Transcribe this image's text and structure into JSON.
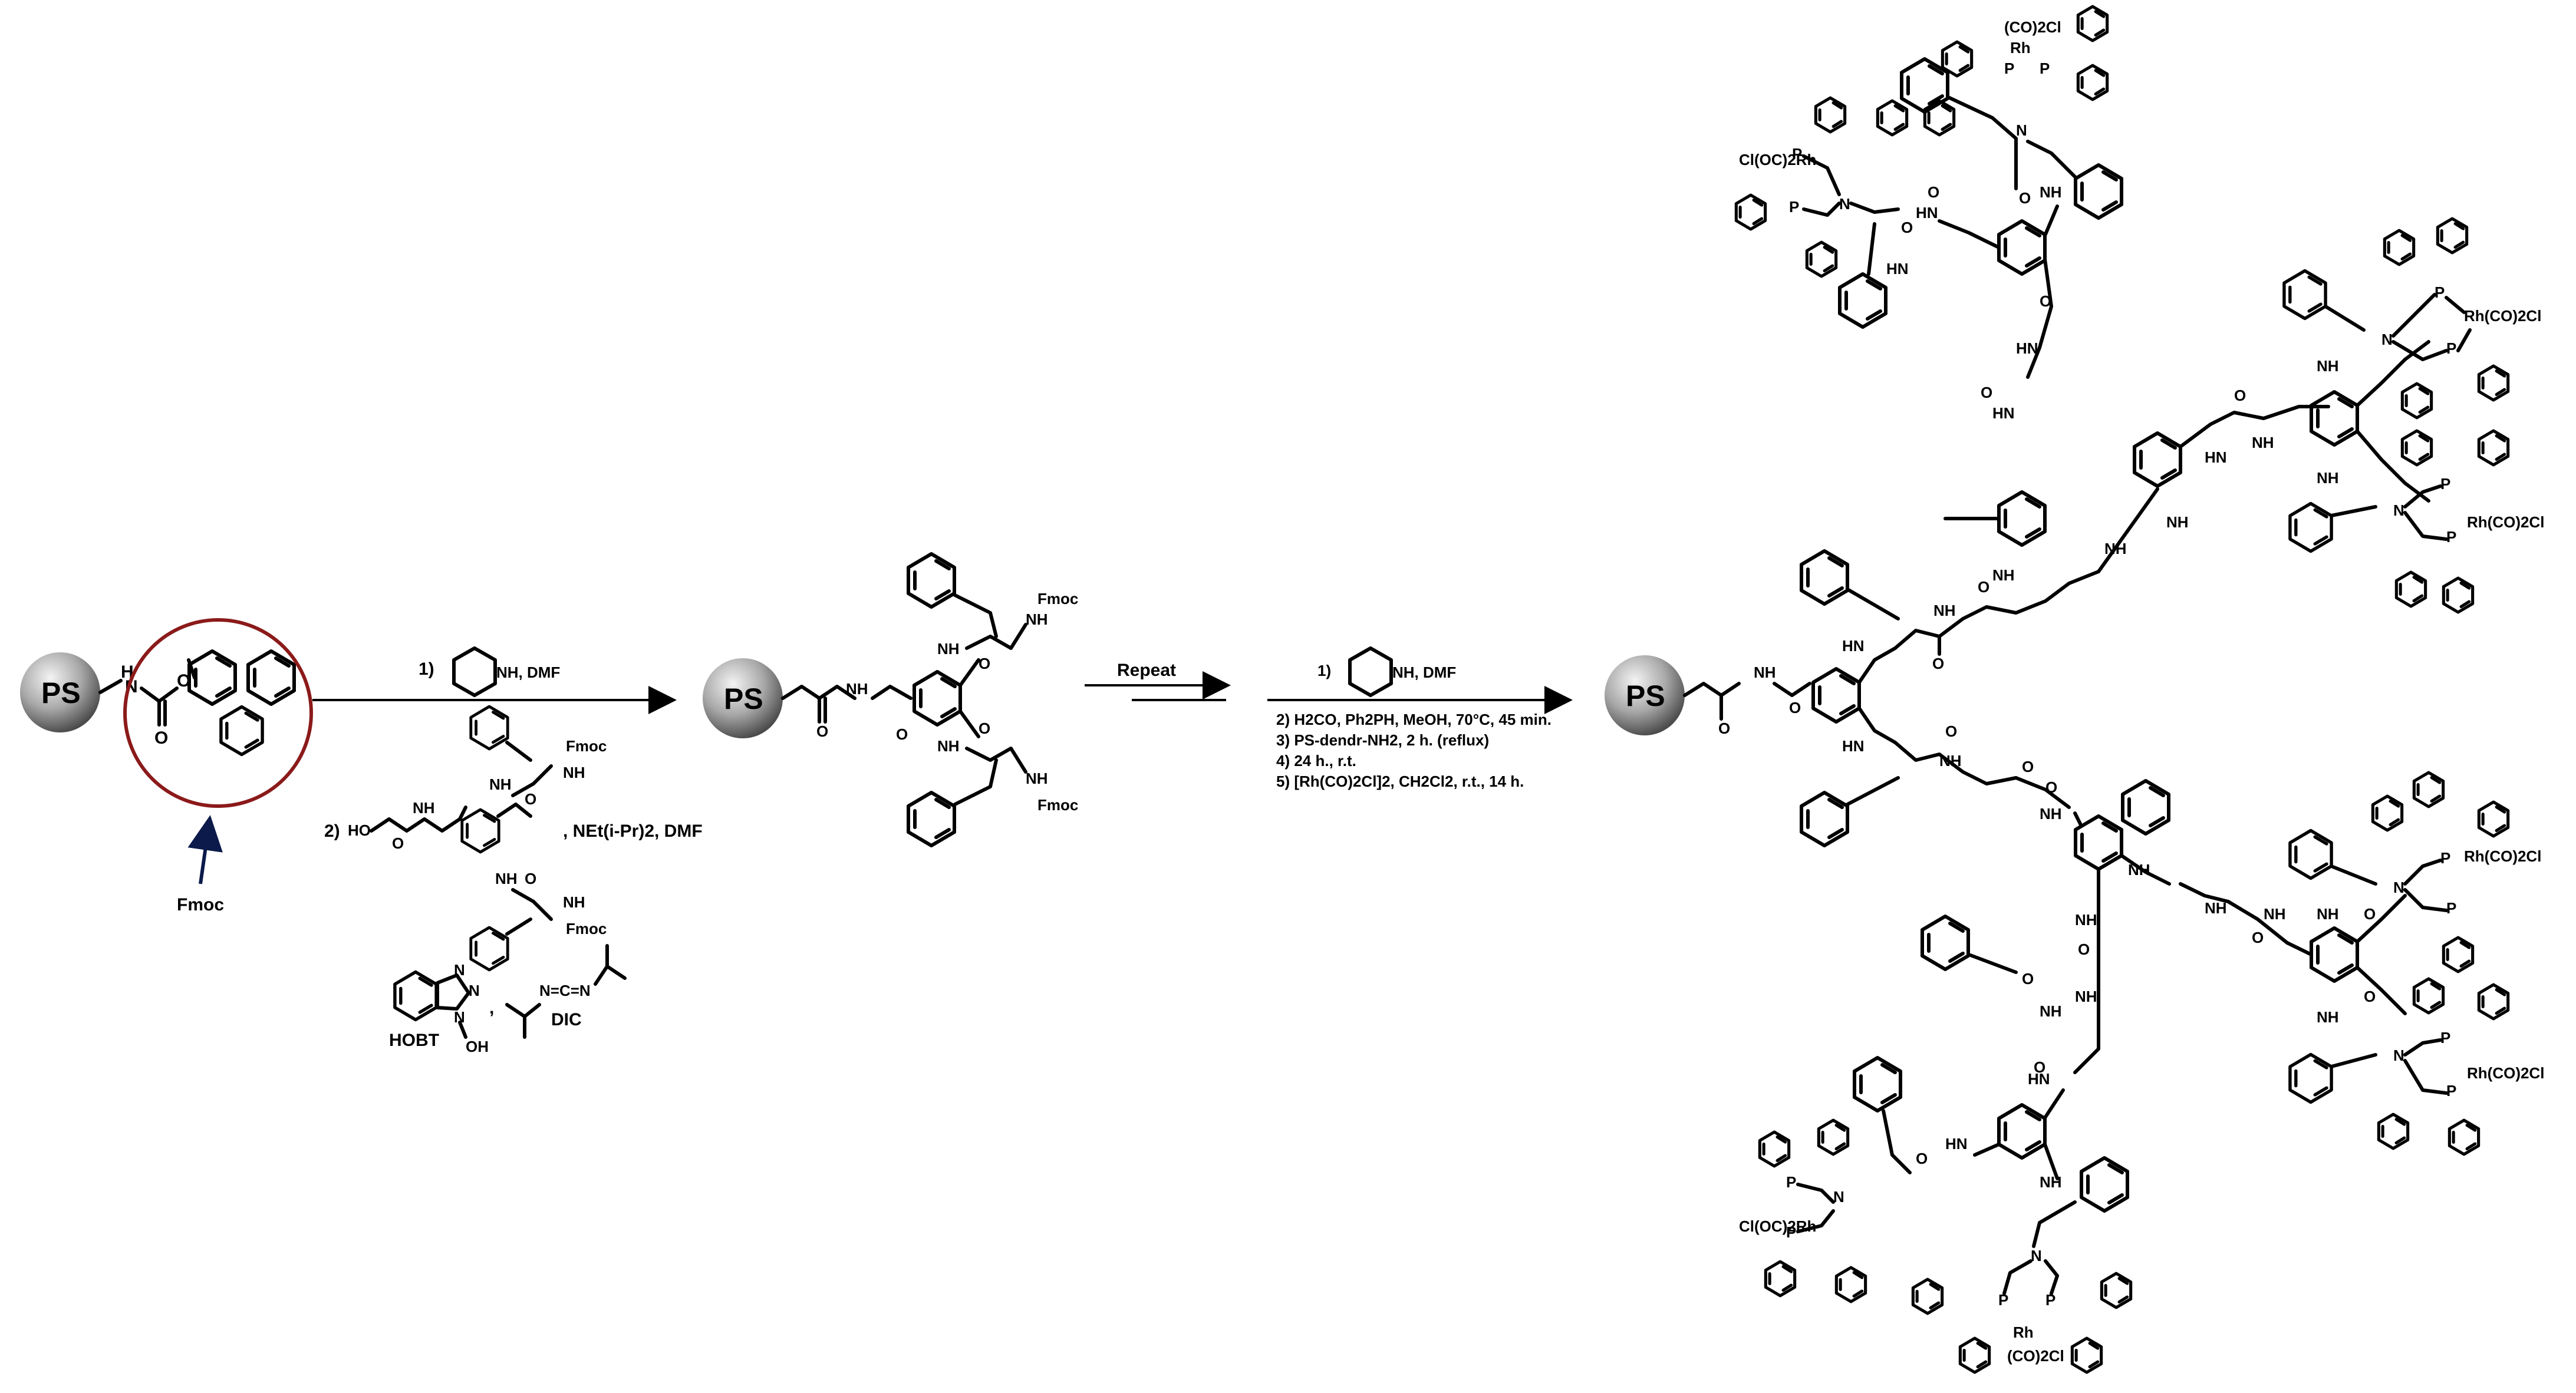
{
  "reagents": {
    "resin_label": "PS",
    "fmoc_label": "Fmoc",
    "hobt_label": "HOBT",
    "dic_label": "DIC",
    "step1_number": "1)",
    "step1_solvent": "NH, DMF",
    "step2_number": "2)",
    "step2_hooc": "HO",
    "step2_base": ", NEt(i-Pr)2, DMF",
    "separator": ","
  },
  "intermediate": {
    "resin_label": "PS",
    "protecting_group_top": "Fmoc",
    "protecting_group_bottom": "Fmoc",
    "nh": "NH"
  },
  "repeat": {
    "label": "Repeat",
    "conditions": [
      "1)",
      "NH, DMF",
      "2) H2CO, Ph2PH, MeOH, 70°C, 45 min.",
      "3)  PS-dendr-NH2, 2 h. (reflux)",
      "4)  24 h., r.t.",
      "5) [Rh(CO)2Cl]2, CH2Cl2, r.t., 14 h."
    ]
  },
  "product": {
    "resin_label": "PS",
    "rh_labels": [
      "(CO)2Cl",
      "Rh",
      "Cl(OC)2Rh",
      "Rh(CO)2Cl",
      "Rh(CO)2Cl",
      "Rh(CO)2Cl",
      "Rh(CO)2Cl",
      "Cl(OC)2Rh",
      "Rh",
      "(CO)2Cl"
    ],
    "atoms": {
      "n": "N",
      "p": "P",
      "nh": "NH",
      "hn": "HN",
      "o": "O"
    }
  },
  "colors": {
    "highlight_circle": "#8b1a1a",
    "arrow_fmoc": "#0b1a4a",
    "sphere_dark": "#555555",
    "sphere_light": "#e6e6e6"
  }
}
